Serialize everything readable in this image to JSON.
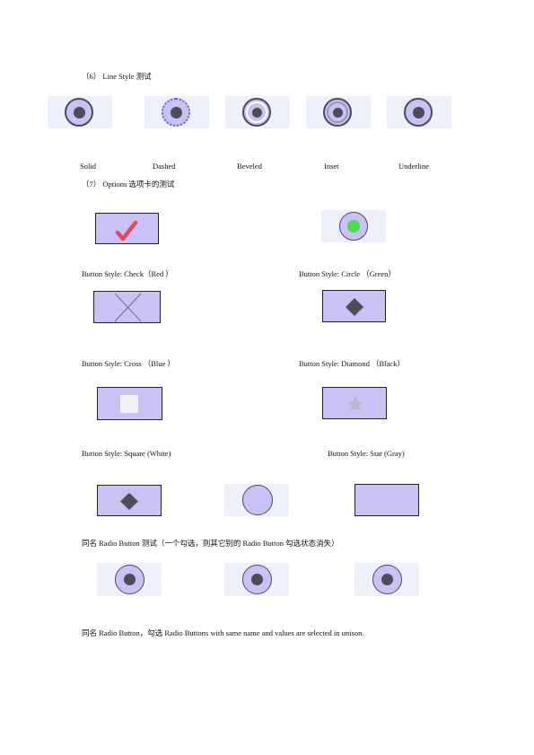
{
  "section6": {
    "heading": "（6） Line Style 测试",
    "labels": [
      "Solid",
      "Dashed",
      "Beveled",
      "Inset",
      "Underline"
    ]
  },
  "section7": {
    "heading": "（7） Options 选项卡的测试",
    "check_label": "Button Style: Check（Red ）",
    "circle_label": "Button Style: Circle （Green）",
    "cross_label": "Button Style: Cross （Blue ）",
    "diamond_label": "Button Style: Diamond （Black）",
    "square_label": "Button Style: Square (White)",
    "star_label": "Button Style: Star (Gray)"
  },
  "radio_group": {
    "heading": "同名 Radio Button 测试（一个勾选，则其它别的 Radio Button 勾选状态消失）",
    "footer": "同名 Radio Button，勾选 Radio Buttons with same name and values are selected in unison."
  },
  "colors": {
    "field_fill": "#c9c3f5",
    "field_background": "#eef0fb",
    "check_red": "#e8485f",
    "circle_green": "#4cdc4c",
    "dot_dark": "#4d4d57",
    "square_white": "#f1f1fb",
    "star_gray": "#b8b8c8"
  }
}
